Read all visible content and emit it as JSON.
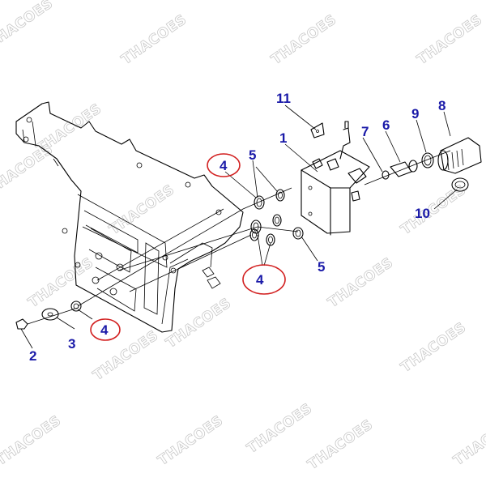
{
  "watermark": "THACOES",
  "colors": {
    "label": "#1a1aa8",
    "highlight": "#d21f1f",
    "line": "#000000"
  },
  "labels": {
    "p1": "1",
    "p2": "2",
    "p3": "3",
    "p4a": "4",
    "p4b": "4",
    "p4c": "4",
    "p5a": "5",
    "p5b": "5",
    "p6": "6",
    "p7": "7",
    "p8": "8",
    "p9": "9",
    "p10": "10",
    "p11": "11"
  }
}
